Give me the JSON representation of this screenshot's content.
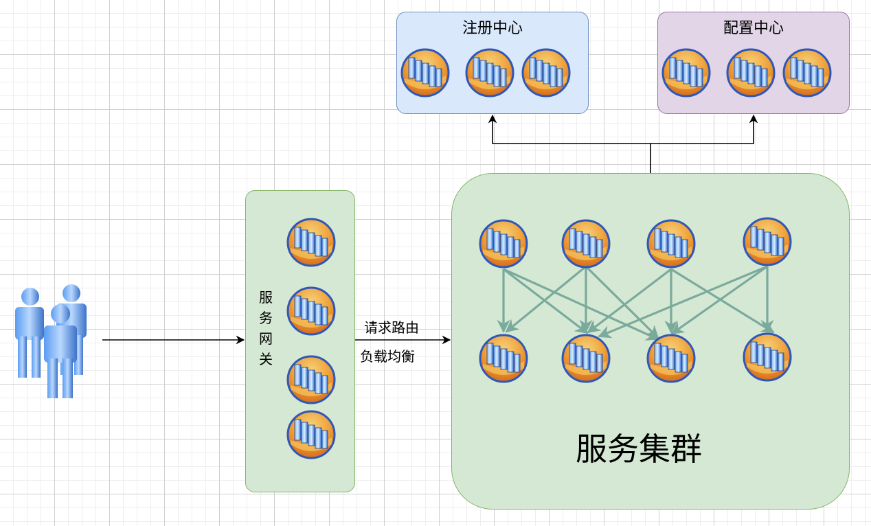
{
  "registry": {
    "title": "注册中心"
  },
  "config": {
    "title": "配置中心"
  },
  "gateway": {
    "title": "服务网关"
  },
  "cluster": {
    "title": "服务集群"
  },
  "route": {
    "line1": "请求路由",
    "line2": "负载均衡"
  },
  "icons": {
    "users": "users-icon",
    "server": "server-node-icon"
  },
  "colors": {
    "registry_fill": "#dae8fc",
    "registry_stroke": "#6c8ebf",
    "config_fill": "#e1d5e7",
    "config_stroke": "#9673a6",
    "gateway_fill": "#d5e8d4",
    "gateway_stroke": "#82b366",
    "cluster_fill": "#d5e8d4",
    "cluster_stroke": "#82b366",
    "mesh_arrow": "#7aaa9c",
    "arrow": "#000000"
  }
}
